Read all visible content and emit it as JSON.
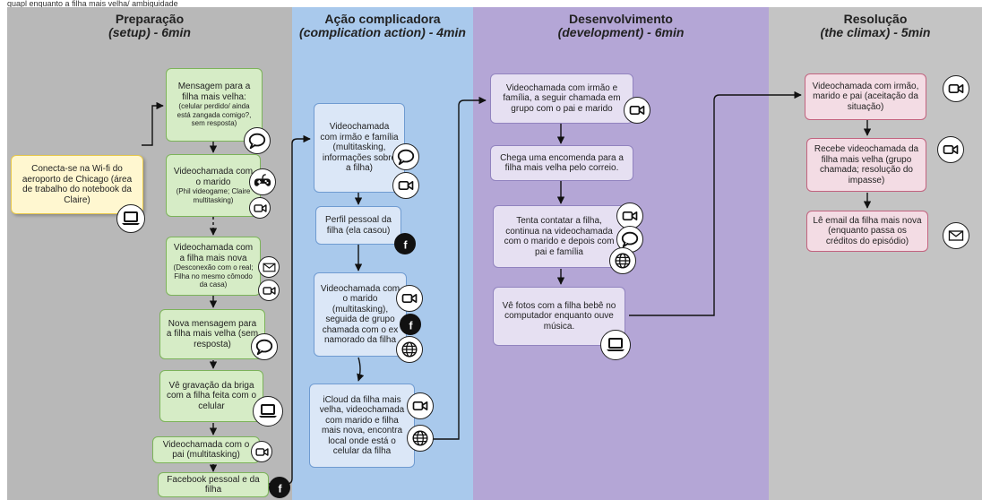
{
  "caption": "quapl enquanto a filha mais velha/ ambiguidade",
  "lanes": [
    {
      "title": "Preparação",
      "subtitle": "(setup) - 6min"
    },
    {
      "title": "Ação complicadora",
      "subtitle": "(complication action) - 4min"
    },
    {
      "title": "Desenvolvimento",
      "subtitle": "(development) - 6min"
    },
    {
      "title": "Resolução",
      "subtitle": "(the climax) - 5min"
    }
  ],
  "nodes": {
    "wifi": {
      "text": "Conecta-se na Wi-fi do aeroporto de Chicago (área de trabalho do notebook da Claire)"
    },
    "msg_velha": {
      "text": "Mensagem para a filha mais velha:",
      "note": "(celular perdido/ ainda está zangada comigo?, sem resposta)"
    },
    "video_marido": {
      "text": "Videochamada com o marido",
      "note": "(Phil videogame; Claire multitasking)"
    },
    "video_nova": {
      "text": "Videochamada com a filha mais nova",
      "note": "(Desconexão com o real; Filha no mesmo cômodo da casa)"
    },
    "nova_msg": {
      "text": "Nova mensagem para a filha mais velha (sem resposta)"
    },
    "gravacao": {
      "text": "Vê gravação da briga com a filha feita com o celular"
    },
    "video_pai": {
      "text": "Videochamada com o pai (multitasking)"
    },
    "facebook": {
      "text": "Facebook pessoal e da filha"
    },
    "video_irmao": {
      "text": "Videochamada com irmão e família (multitasking, informações sobre a filha)"
    },
    "perfil": {
      "text": "Perfil pessoal da filha (ela casou)"
    },
    "video_marido2": {
      "text": "Videochamada com o marido (multitasking), seguida de grupo chamada com o ex namorado da filha"
    },
    "icloud": {
      "text": "iCloud da filha mais velha, videochamada com marido e filha mais nova, encontra local onde está o celular da filha"
    },
    "dev_video": {
      "text": "Videochamada com irmão e família, a seguir chamada em grupo com o pai e marido"
    },
    "encomenda": {
      "text": "Chega uma encomenda para a filha mais velha pelo correio."
    },
    "contatar": {
      "text": "Tenta contatar a filha, continua na videochamada com o marido e depois com pai e família"
    },
    "fotos": {
      "text": "Vê fotos com a filha bebê no computador enquanto ouve música."
    },
    "res_video": {
      "text": "Videochamada com irmão, marido e pai (aceitação da situação)"
    },
    "res_recebe": {
      "text": "Recebe videochamada da filha mais velha (grupo chamada; resolução do impasse)"
    },
    "res_email": {
      "text": "Lê email da filha mais nova (enquanto passa os créditos do episódio)"
    }
  },
  "colors": {
    "setup_lane": "#b8b8b8",
    "complication_lane": "#a9c9ec",
    "development_lane": "#b4a6d6",
    "resolution_lane": "#c4c4c4",
    "green_node": "#d6ecc6",
    "blue_node": "#dbe7f7",
    "purple_node": "#e6e0f2",
    "pink_node": "#f3dce4",
    "start_node": "#fff7d0"
  },
  "icon_types": [
    "laptop-icon",
    "chat-bubble-icon",
    "gamepad-icon",
    "video-camera-icon",
    "envelope-icon",
    "facebook-icon",
    "globe-icon"
  ]
}
